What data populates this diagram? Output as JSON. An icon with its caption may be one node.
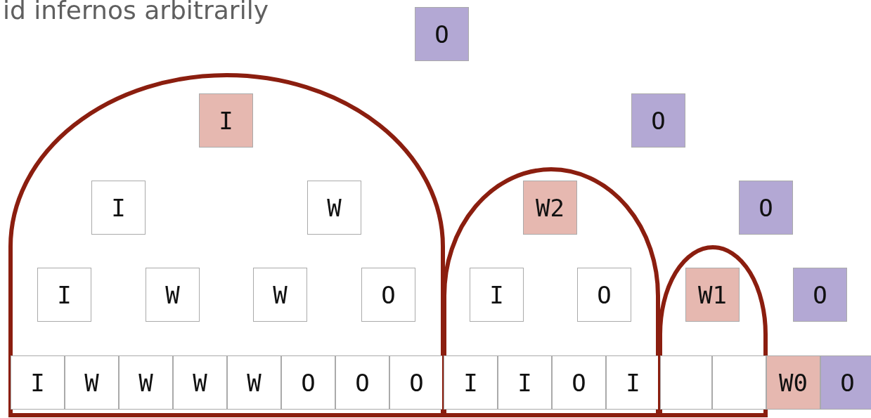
{
  "diagram": {
    "nodes": [
      {
        "text": [
          "O"
        ]
      },
      {
        "text": [],
        "shape": "arch"
      },
      {
        "text": [
          "I"
        ],
        "in": 1
      },
      {
        "text": [
          "I"
        ],
        "in": 1
      },
      {
        "text": [
          "W"
        ],
        "in": 1
      },
      {
        "text": [
          "I"
        ],
        "in": 1
      },
      {
        "text": [
          "W"
        ],
        "in": 1
      },
      {
        "text": [
          "W"
        ],
        "in": 1
      },
      {
        "text": [
          "O"
        ],
        "in": 1
      },
      {
        "text": [
          "I"
        ],
        "in": 1
      },
      {
        "text": [
          "W"
        ],
        "in": 1
      },
      {
        "text": [
          "W"
        ],
        "in": 1
      },
      {
        "text": [
          "W"
        ],
        "in": 1
      },
      {
        "text": [
          "W"
        ],
        "in": 1
      },
      {
        "text": [
          "O"
        ],
        "in": 1
      },
      {
        "text": [
          "O"
        ],
        "in": 1
      },
      {
        "text": [
          "O"
        ],
        "in": 1
      },
      {
        "text": [
          "O"
        ]
      },
      {
        "text": [],
        "shape": "arch"
      },
      {
        "text": [
          "W2"
        ],
        "in": 18
      },
      {
        "text": [
          "I"
        ],
        "in": 18
      },
      {
        "text": [
          "O"
        ],
        "in": 18
      },
      {
        "text": [
          "I"
        ],
        "in": 18
      },
      {
        "text": [
          "I"
        ],
        "in": 18
      },
      {
        "text": [
          "O"
        ],
        "in": 18
      },
      {
        "text": [
          "I"
        ],
        "in": 18
      },
      {
        "text": [
          "O"
        ]
      },
      {
        "text": [],
        "shape": "arch"
      },
      {
        "text": [
          "W1"
        ],
        "in": 27
      },
      {
        "text": [],
        "shape": "box",
        "in": 27
      },
      {
        "text": [],
        "shape": "box",
        "in": 27
      },
      {
        "text": [
          "O"
        ]
      },
      {
        "text": [
          "W0"
        ]
      },
      {
        "text": [
          "O"
        ]
      }
    ],
    "labels": [
      "id infernos arbitrarily"
    ]
  }
}
